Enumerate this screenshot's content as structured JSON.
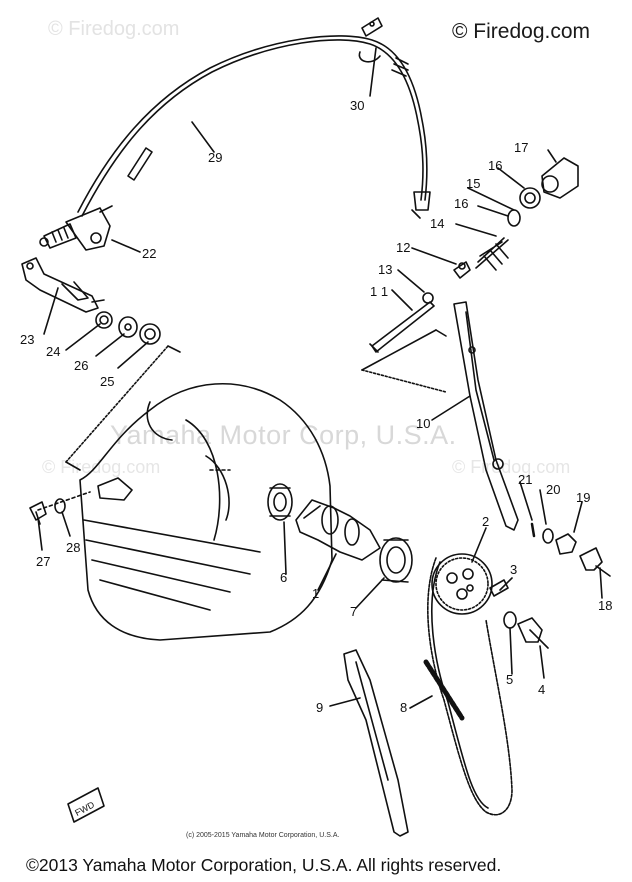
{
  "watermarks": {
    "top_left": "© Firedog.com",
    "top_right": "© Firedog.com",
    "mid_left": "© Firedog.com",
    "mid_right": "© Firedog.com",
    "center": "Yamaha Motor Corp, U.S.A."
  },
  "small_copyright": "(c) 2005-2015 Yamaha Motor Corporation, U.S.A.",
  "footer_text": "©2013 Yamaha Motor Corporation, U.S.A. All rights reserved.",
  "callouts": {
    "c1": "1",
    "c2": "2",
    "c3": "3",
    "c4": "4",
    "c5": "5",
    "c6": "6",
    "c7": "7",
    "c8": "8",
    "c9": "9",
    "c10": "10",
    "c11": "1 1",
    "c12": "12",
    "c13": "13",
    "c14": "14",
    "c15": "15",
    "c16a": "16",
    "c16b": "16",
    "c17": "17",
    "c18": "18",
    "c19": "19",
    "c20": "20",
    "c21": "21",
    "c22": "22",
    "c23": "23",
    "c24": "24",
    "c25": "25",
    "c26": "26",
    "c27": "27",
    "c28": "28",
    "c29": "29",
    "c30": "30"
  },
  "fwd_label": "FWD"
}
